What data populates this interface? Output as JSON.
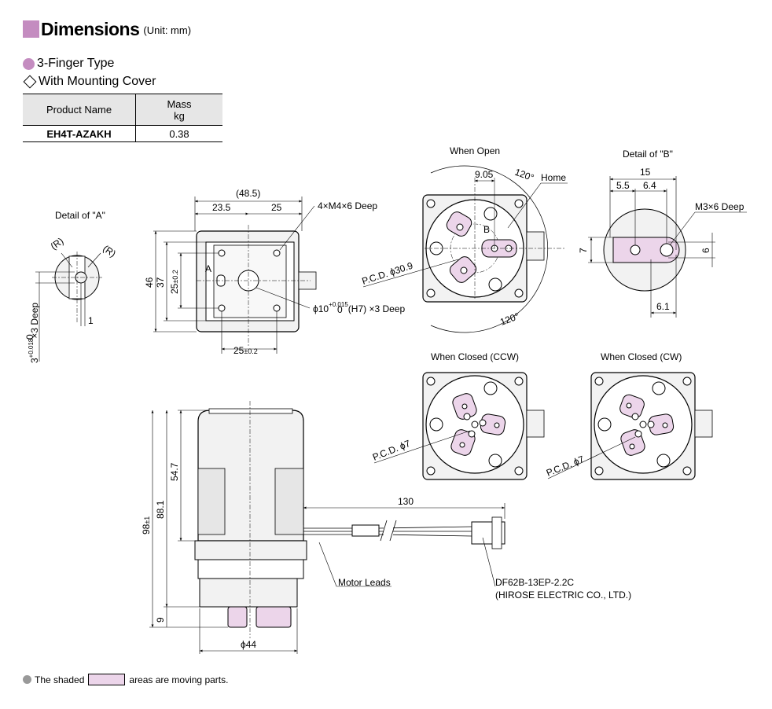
{
  "header": {
    "title": "Dimensions",
    "unit": "(Unit: mm)"
  },
  "type_label": "3-Finger Type",
  "cover_label": "With Mounting Cover",
  "table": {
    "col_product": "Product Name",
    "col_mass_1": "Mass",
    "col_mass_2": "kg",
    "product": "EH4T-AZAKH",
    "mass": "0.38"
  },
  "views": {
    "detail_a": "Detail of \"A\"",
    "detail_b": "Detail of \"B\"",
    "when_open": "When Open",
    "closed_ccw": "When Closed (CCW)",
    "closed_cw": "When Closed (CW)"
  },
  "dims": {
    "r": "(R)",
    "one": "1",
    "hole_a_main": "3",
    "hole_a_tol_top": "+0.018",
    "hole_a_tol_bot": "0",
    "hole_a_deep": "×3 Deep",
    "w485": "(48.5)",
    "w235": "23.5",
    "w25": "25",
    "tap": "4×M4×6 Deep",
    "h46": "46",
    "h37": "37",
    "h25": "25",
    "tol02": "±0.2",
    "letter_a": "A",
    "bore_main": "ϕ10",
    "bore_tol_top": "+0.015",
    "bore_tol_bot": "0",
    "bore_rest": "(H7) ×3 Deep",
    "w905": "9.05",
    "home": "Home",
    "deg120": "120°",
    "letter_b": "B",
    "pcd309": "P.C.D. ϕ30.9",
    "b15": "15",
    "b55": "5.5",
    "b64": "6.4",
    "m3": "M3×6 Deep",
    "b7": "7",
    "b6": "6",
    "b61": "6.1",
    "pcd7": "P.C.D. ϕ7",
    "d547": "54.7",
    "d881": "88.1",
    "d98": "98",
    "tol1": "±1",
    "d9": "9",
    "d44": "ϕ44",
    "d130": "130",
    "leads": "Motor Leads",
    "conn": "DF62B-13EP-2.2C",
    "maker": "(HIROSE ELECTRIC CO., LTD.)"
  },
  "footnote": {
    "pre": "The shaded",
    "post": "areas are moving parts."
  },
  "colors": {
    "accent": "#c48cc0",
    "moving": "#ecd5ea",
    "body": "#f2f2f2"
  }
}
